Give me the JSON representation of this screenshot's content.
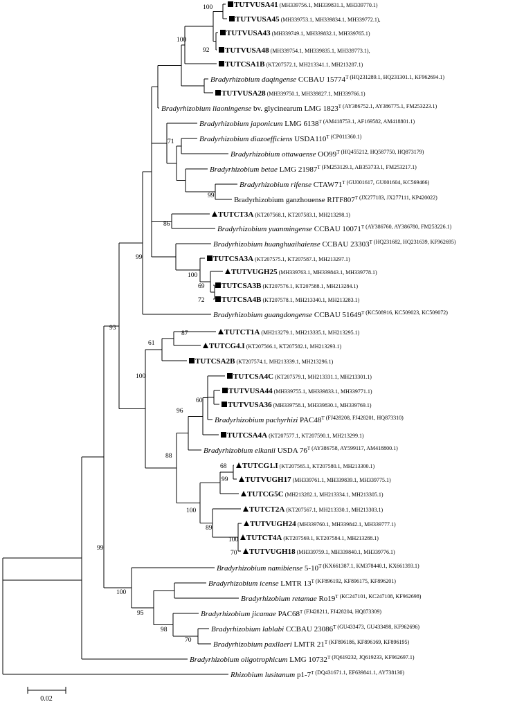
{
  "scale_bar": {
    "label": "0.02"
  },
  "bootstraps": [
    "100",
    "92",
    "100",
    "71",
    "99",
    "86",
    "99",
    "100",
    "69",
    "72",
    "93",
    "87",
    "61",
    "100",
    "60",
    "96",
    "88",
    "68",
    "99",
    "100",
    "89",
    "100",
    "70",
    "99",
    "100",
    "95",
    "98",
    "70"
  ],
  "taxa": [
    {
      "id": "TUTVUSA41",
      "marker": "square",
      "name": "TUTVUSA41",
      "acc": "(MH339756.1, MH339831.1, MH339770.1)"
    },
    {
      "id": "TUTVUSA45",
      "marker": "square",
      "name": "TUTVUSA45",
      "acc": "(MH339753.1, MH339834.1, MH339772.1),"
    },
    {
      "id": "TUTVUSA43",
      "marker": "square",
      "name": "TUTVUSA43",
      "acc": "(MH339749.1, MH339832.1, MH339765.1)"
    },
    {
      "id": "TUTVUSA48",
      "marker": "square",
      "name": "TUTVUSA48",
      "acc": "(MH339754.1, MH339835.1, MH339773.1),"
    },
    {
      "id": "TUTCSA1B",
      "marker": "square",
      "name": "TUTCSA1B",
      "acc": "(KT207572.1, MH213341.1, MH213287.1)"
    },
    {
      "id": "daqingense",
      "species": "Bradyrhizobium daqingense",
      "strain": "CCBAU 15774",
      "type": "T",
      "acc": "(HQ231289.1, HQ231301.1, KF962694.1)"
    },
    {
      "id": "TUTVUSA28",
      "marker": "square",
      "name": "TUTVUSA28",
      "acc": "(MH339750.1, MH339827.1, MH339766.1)"
    },
    {
      "id": "liaoningense",
      "species": "Bradyrhizobium liaoningense",
      "strain": "bv. glycinearum LMG 1823",
      "type": "T",
      "acc": "(AY386752.1, AY386775.1, FM253223.1)"
    },
    {
      "id": "japonicum",
      "species": "Bradyrhizobium japonicum",
      "strain": "LMG 6138",
      "type": "T",
      "acc": "(AM418753.1, AF169582, AM418801.1)"
    },
    {
      "id": "diazoefficiens",
      "species": "Bradyrhizobium diazoefficiens",
      "strain": "USDA110",
      "type": "T",
      "acc": "(CP011360.1)"
    },
    {
      "id": "ottawaense",
      "species": "Bradyrhizobium ottawaense",
      "strain": "OO99",
      "type": "T",
      "acc": "(HQ455212, HQ587750, HQ873179)"
    },
    {
      "id": "betae",
      "species": "Bradyrhizobium betae",
      "strain": "LMG 21987",
      "type": "T",
      "acc": "(FM253129.1, AB353733.1, FM253217.1)"
    },
    {
      "id": "rifense",
      "species": "Bradyrhizobium rifense",
      "strain": "CTAW71",
      "type": "T",
      "acc": "(GU001617, GU001604, KC569466)"
    },
    {
      "id": "ganzhouense",
      "plain": "Bradyrhizobium ganzhouense RITF807",
      "type": "T",
      "acc": "(JX277183, JX277111, KP420022)"
    },
    {
      "id": "TUTCT3A",
      "marker": "triangle",
      "name": "TUTCT3A",
      "acc": "(KT207568.1, KT207583.1, MH213298.1)"
    },
    {
      "id": "yuanmingense",
      "species": "Bradyrhizobium yuanmingense",
      "strain": "CCBAU 10071",
      "type": "T",
      "acc": "(AY386760, AY386780, FM253226.1)"
    },
    {
      "id": "huanghuaihaiense",
      "species": "Bradyrhizobium huanghuaihaiense",
      "strain": "CCBAU 23303",
      "type": "T",
      "acc": "(HQ231682, HQ231639, KF962695)"
    },
    {
      "id": "TUTCSA3A",
      "marker": "square",
      "name": "TUTCSA3A",
      "acc": "(KT207575.1, KT207587.1, MH213297.1)"
    },
    {
      "id": "TUTVUGH25",
      "marker": "triangle",
      "name": "TUTVUGH25",
      "acc": "(MH339763.1, MH339843.1, MH339778.1)"
    },
    {
      "id": "TUTCSA3B",
      "marker": "square",
      "name": "TUTCSA3B",
      "acc": "(KT207576.1, KT207588.1, MH213284.1)"
    },
    {
      "id": "TUTCSA4B",
      "marker": "square",
      "name": "TUTCSA4B",
      "acc": "(KT207578.1, MH213340.1, MH213283.1)"
    },
    {
      "id": "guangdongense",
      "species": "Bradyrhizobium guangdongense",
      "strain": "CCBAU 51649",
      "type": "T",
      "acc": "(KC508916, KC509023, KC509072)"
    },
    {
      "id": "TUTCT1A",
      "marker": "triangle",
      "name": "TUTCT1A",
      "acc": "(MH213279.1, MH213335.1, MH213295.1)"
    },
    {
      "id": "TUTCG4I",
      "marker": "triangle",
      "name": "TUTCG4.I",
      "acc": "(KT207566.1, KT207582.1, MH213293.1)"
    },
    {
      "id": "TUTCSA2B",
      "marker": "square",
      "name": "TUTCSA2B",
      "acc": "(KT207574.1, MH213339.1, MH213296.1)"
    },
    {
      "id": "TUTCSA4C",
      "marker": "square",
      "name": "TUTCSA4C",
      "acc": "(KT207579.1, MH213331.1, MH213301.1)"
    },
    {
      "id": "TUTVUSA44",
      "marker": "square",
      "name": "TUTVUSA44",
      "acc": "(MH339755.1, MH339833.1, MH339771.1)"
    },
    {
      "id": "TUTVUSA36",
      "marker": "square",
      "name": "TUTVUSA36",
      "acc": "(MH339758.1, MH339830.1, MH339769.1)"
    },
    {
      "id": "pachyrhizi",
      "species": "Bradyrhizobium pachyrhizi",
      "strain": "PAC48",
      "type": "T",
      "acc": "(FJ428208, FJ428201, HQ873310)"
    },
    {
      "id": "TUTCSA4A",
      "marker": "square",
      "name": "TUTCSA4A",
      "acc": "(KT207577.1, KT207590.1, MH213299.1)"
    },
    {
      "id": "elkanii",
      "species": "Bradyrhizobium elkanii",
      "strain": "USDA 76",
      "type": "T",
      "acc": "(AY386758, AY599117, AM418800.1)"
    },
    {
      "id": "TUTCG1I",
      "marker": "triangle",
      "name": "TUTCG1.I",
      "acc": "(KT207565.1, KT207580.1, MH213300.1)"
    },
    {
      "id": "TUTVUGH17",
      "marker": "triangle",
      "name": "TUTVUGH17",
      "acc": "(MH339761.1, MH339839.1, MH339775.1)"
    },
    {
      "id": "TUTCG5C",
      "marker": "triangle",
      "name": "TUTCG5C",
      "acc": "(MH213282.1, MH213334.1, MH213305.1)"
    },
    {
      "id": "TUTCT2A",
      "marker": "triangle",
      "name": "TUTCT2A",
      "acc": "(KT207567.1, MH213330.1, MH213303.1)"
    },
    {
      "id": "TUTVUGH24",
      "marker": "triangle",
      "name": "TUTVUGH24",
      "acc": "(MH339760.1, MH339842.1, MH339777.1)"
    },
    {
      "id": "TUTCT4A",
      "marker": "triangle",
      "name": "TUTCT4A",
      "acc": "(KT207569.1, KT207584.1, MH213288.1)"
    },
    {
      "id": "TUTVUGH18",
      "marker": "triangle",
      "name": "TUTVUGH18",
      "acc": "(MH339759.1, MH339840.1, MH339776.1)"
    },
    {
      "id": "namibiense",
      "species": "Bradyrhizobium namibiense",
      "strain": "5-10",
      "type": "T",
      "acc": "(KX661387.1, KM378440.1, KX661393.1)"
    },
    {
      "id": "icense",
      "species": "Bradyrhizobium icense",
      "strain": "LMTR 13",
      "type": "T",
      "acc": "(KF896192, KF896175, KF896201)"
    },
    {
      "id": "retamae",
      "species": "Bradyrhizobium retamae",
      "strain": "Ro19",
      "type": "T",
      "acc": "(KC247101, KC247108, KF962698)"
    },
    {
      "id": "jicamae",
      "species": "Bradyrhizobium jicamae",
      "strain": "PAC68",
      "type": "T",
      "acc": "(FJ428211, FJ428204, HQ873309)"
    },
    {
      "id": "lablabi",
      "species": "Bradyrhizobium lablabi",
      "strain": "CCBAU 23086",
      "type": "T",
      "acc": "(GU433473, GU433498, KF962696)"
    },
    {
      "id": "paxllaeri",
      "species": "Bradyrhizobium paxllaeri",
      "strain": "LMTR 21",
      "type": "T",
      "acc": "(KF896186, KF896169, KF896195)"
    },
    {
      "id": "oligotrophicum",
      "species": "Bradyrhizobium oligotrophicum",
      "strain": "LMG 10732",
      "type": "T",
      "acc": "(JQ619232, JQ619233, KF962697.1)"
    },
    {
      "id": "lusitanum",
      "species": "Rhizobium lusitanum",
      "strain": "p1-7",
      "type": "T",
      "acc": "(DQ431671.1, EF639841.1, AY738130)"
    }
  ]
}
